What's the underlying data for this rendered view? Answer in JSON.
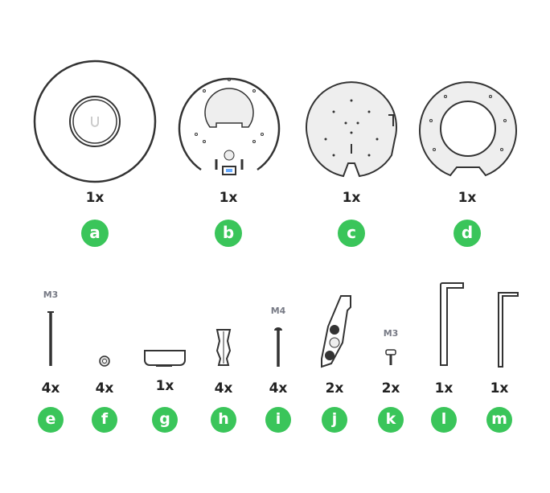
{
  "accent_color": "#3ac55a",
  "top_items": [
    {
      "letter": "a",
      "count": "1x",
      "icon": "access-point-front"
    },
    {
      "letter": "b",
      "count": "1x",
      "icon": "access-point-back"
    },
    {
      "letter": "c",
      "count": "1x",
      "icon": "mounting-plate"
    },
    {
      "letter": "d",
      "count": "1x",
      "icon": "ceiling-bracket"
    }
  ],
  "bottom_items": [
    {
      "letter": "e",
      "count": "4x",
      "size": "M3",
      "icon": "long-screw"
    },
    {
      "letter": "f",
      "count": "4x",
      "icon": "nut"
    },
    {
      "letter": "g",
      "count": "1x",
      "icon": "cover-clip"
    },
    {
      "letter": "h",
      "count": "4x",
      "icon": "wall-anchor"
    },
    {
      "letter": "i",
      "count": "4x",
      "size": "M4",
      "icon": "wood-screw"
    },
    {
      "letter": "j",
      "count": "2x",
      "icon": "locking-clip"
    },
    {
      "letter": "k",
      "count": "2x",
      "size": "M3",
      "icon": "short-screw"
    },
    {
      "letter": "l",
      "count": "1x",
      "icon": "large-hex-key"
    },
    {
      "letter": "m",
      "count": "1x",
      "icon": "small-hex-key"
    }
  ]
}
